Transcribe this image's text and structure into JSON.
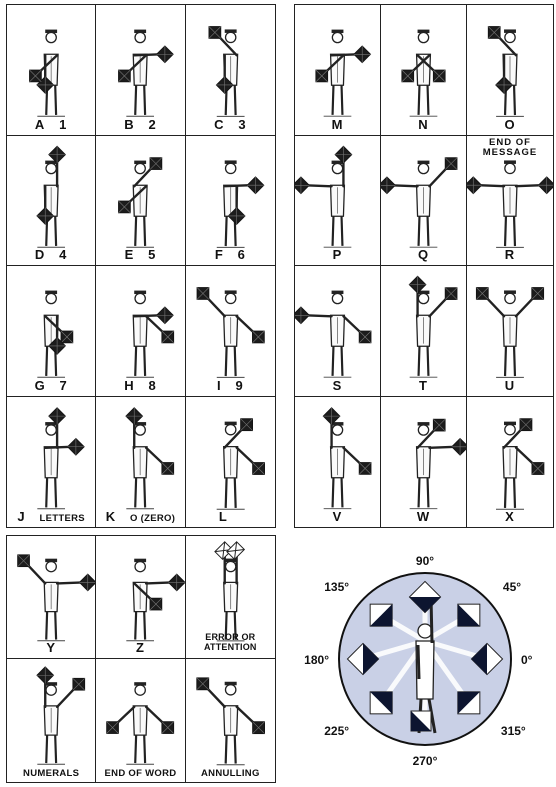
{
  "panel_a": [
    {
      "letter": "A",
      "extra": "1"
    },
    {
      "letter": "B",
      "extra": "2"
    },
    {
      "letter": "C",
      "extra": "3"
    },
    {
      "letter": "D",
      "extra": "4"
    },
    {
      "letter": "E",
      "extra": "5"
    },
    {
      "letter": "F",
      "extra": "6"
    },
    {
      "letter": "G",
      "extra": "7"
    },
    {
      "letter": "H",
      "extra": "8"
    },
    {
      "letter": "I",
      "extra": "9"
    },
    {
      "letter": "J",
      "extra": "LETTERS"
    },
    {
      "letter": "K",
      "extra": "O (ZERO)"
    },
    {
      "letter": "L",
      "extra": ""
    }
  ],
  "panel_b": [
    {
      "label": "M"
    },
    {
      "label": "N"
    },
    {
      "label": "O"
    },
    {
      "label": "P"
    },
    {
      "label": "Q"
    },
    {
      "label": "R",
      "top_label": "END OF\nMESSAGE"
    },
    {
      "label": "S"
    },
    {
      "label": "T"
    },
    {
      "label": "U"
    },
    {
      "label": "V"
    },
    {
      "label": "W"
    },
    {
      "label": "X"
    }
  ],
  "panel_c": [
    {
      "label": "Y"
    },
    {
      "label": "Z"
    },
    {
      "label": "ERROR OR ATTENTION"
    },
    {
      "label": "NUMERALS"
    },
    {
      "label": "END OF WORD"
    },
    {
      "label": "ANNULLING"
    }
  ],
  "dial": {
    "angles": [
      "90°",
      "45°",
      "0°",
      "315°",
      "270°",
      "225°",
      "180°",
      "135°"
    ],
    "colors": {
      "circle_fill": "#c9d0e6",
      "circle_stroke": "#111",
      "flag_dark": "#0d1530"
    }
  }
}
